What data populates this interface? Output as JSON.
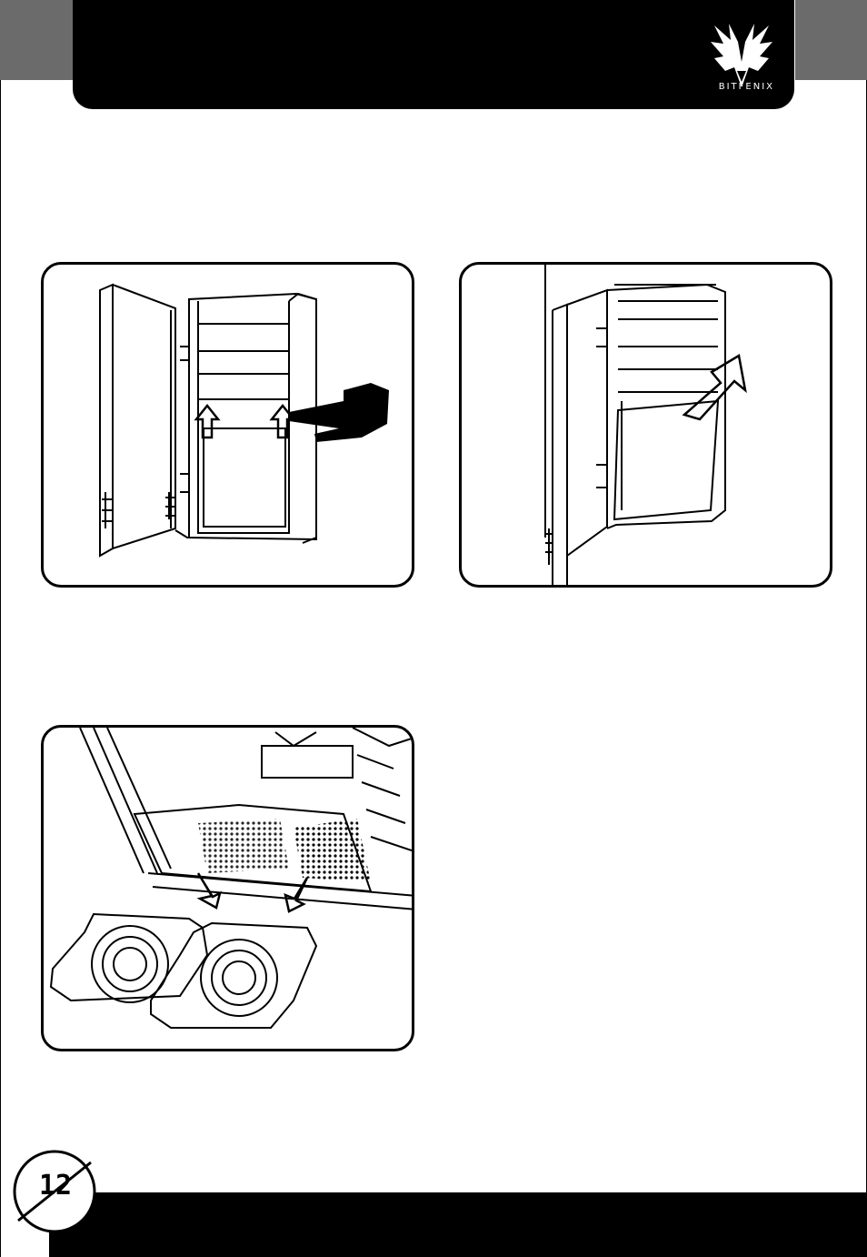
{
  "header": {
    "brand": "BITFENIX",
    "logo_icon": "bitfenix-wings-logo",
    "bar_color": "#000000",
    "tab_color": "#6b6b6b"
  },
  "figures": [
    {
      "id": "figure-1",
      "icon": "case-open-door-push-arrows-illustration"
    },
    {
      "id": "figure-2",
      "icon": "case-front-panel-removal-illustration"
    },
    {
      "id": "figure-3",
      "icon": "case-bottom-dust-filter-removal-illustration"
    }
  ],
  "footer": {
    "page_number": "12",
    "bar_color": "#000000"
  }
}
